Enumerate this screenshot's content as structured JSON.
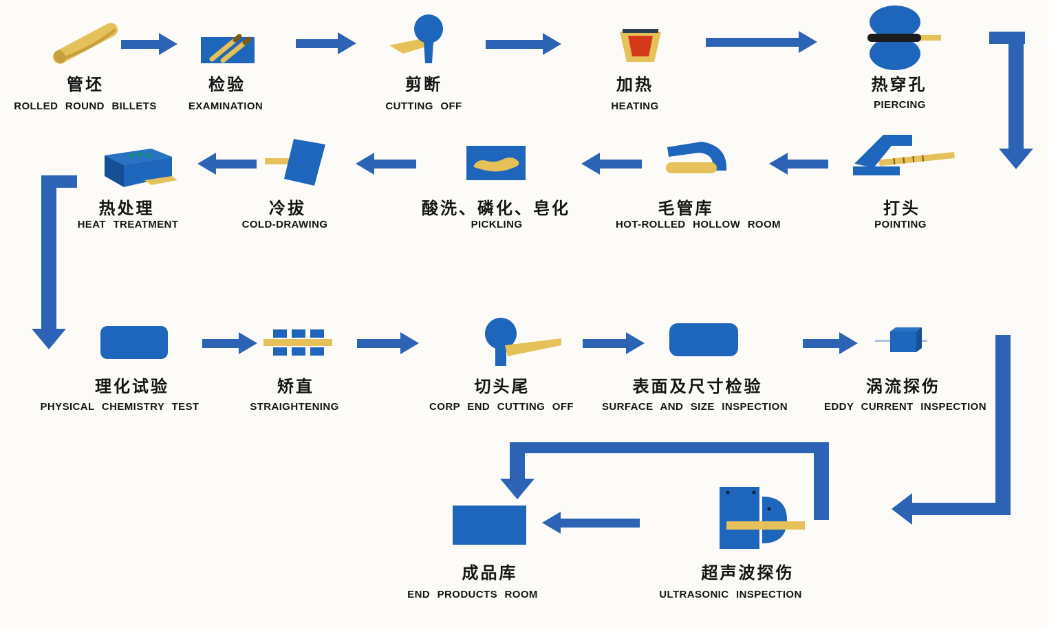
{
  "colors": {
    "arrow_blue": "#2c63b4",
    "machine_blue": "#1e66bb",
    "pipe_yellow": "#e6c058",
    "furnace_red": "#d4381b",
    "text": "#141414",
    "background": "#fcfbf7"
  },
  "stations": [
    {
      "id": "rolled-round-billets",
      "zh": "管坯",
      "en": "ROLLED ROUND BILLETS",
      "icon": "billet-rod-icon"
    },
    {
      "id": "examination",
      "zh": "检验",
      "en": "EXAMINATION",
      "icon": "examination-table-icon"
    },
    {
      "id": "cutting-off",
      "zh": "剪断",
      "en": "CUTTING OFF",
      "icon": "shear-cutter-icon"
    },
    {
      "id": "heating",
      "zh": "加热",
      "en": "HEATING",
      "icon": "furnace-icon"
    },
    {
      "id": "piercing",
      "zh": "热穿孔",
      "en": "PIERCING",
      "icon": "piercing-rollers-icon"
    },
    {
      "id": "pointing",
      "zh": "打头",
      "en": "POINTING",
      "icon": "pointing-machine-icon"
    },
    {
      "id": "hot-rolled-hollow-room",
      "zh": "毛管库",
      "en": "HOT-ROLLED HOLLOW ROOM",
      "icon": "hollow-pipe-rack-icon"
    },
    {
      "id": "pickling",
      "zh": "酸洗、磷化、皂化",
      "en": "PICKLING",
      "icon": "pickling-tank-icon"
    },
    {
      "id": "cold-drawing",
      "zh": "冷拔",
      "en": "COLD-DRAWING",
      "icon": "drawing-die-icon"
    },
    {
      "id": "heat-treatment",
      "zh": "热处理",
      "en": "HEAT TREATMENT",
      "icon": "treatment-furnace-icon"
    },
    {
      "id": "physical-chemistry-test",
      "zh": "理化试验",
      "en": "PHYSICAL CHEMISTRY TEST",
      "icon": "test-bench-icon"
    },
    {
      "id": "straightening",
      "zh": "矫直",
      "en": "STRAIGHTENING",
      "icon": "straightening-rolls-icon"
    },
    {
      "id": "corp-end-cutting-off",
      "zh": "切头尾",
      "en": "CORP END CUTTING OFF",
      "icon": "end-cutter-icon"
    },
    {
      "id": "surface-and-size-inspection",
      "zh": "表面及尺寸检验",
      "en": "SURFACE AND SIZE INSPECTION",
      "icon": "inspection-bench-icon"
    },
    {
      "id": "eddy-current-inspection",
      "zh": "涡流探伤",
      "en": "EDDY CURRENT INSPECTION",
      "icon": "eddy-probe-icon"
    },
    {
      "id": "ultrasonic-inspection",
      "zh": "超声波探伤",
      "en": "ULTRASONIC INSPECTION",
      "icon": "ultrasonic-machine-icon"
    },
    {
      "id": "end-products-room",
      "zh": "成品库",
      "en": "END PRODUCTS ROOM",
      "icon": "products-store-icon"
    }
  ],
  "edges": [
    [
      "rolled-round-billets",
      "examination"
    ],
    [
      "examination",
      "cutting-off"
    ],
    [
      "cutting-off",
      "heating"
    ],
    [
      "heating",
      "piercing"
    ],
    [
      "piercing",
      "pointing"
    ],
    [
      "pointing",
      "hot-rolled-hollow-room"
    ],
    [
      "hot-rolled-hollow-room",
      "pickling"
    ],
    [
      "pickling",
      "cold-drawing"
    ],
    [
      "cold-drawing",
      "heat-treatment"
    ],
    [
      "heat-treatment",
      "physical-chemistry-test"
    ],
    [
      "physical-chemistry-test",
      "straightening"
    ],
    [
      "straightening",
      "corp-end-cutting-off"
    ],
    [
      "corp-end-cutting-off",
      "surface-and-size-inspection"
    ],
    [
      "surface-and-size-inspection",
      "eddy-current-inspection"
    ],
    [
      "eddy-current-inspection",
      "ultrasonic-inspection"
    ],
    [
      "ultrasonic-inspection",
      "end-products-room"
    ]
  ]
}
